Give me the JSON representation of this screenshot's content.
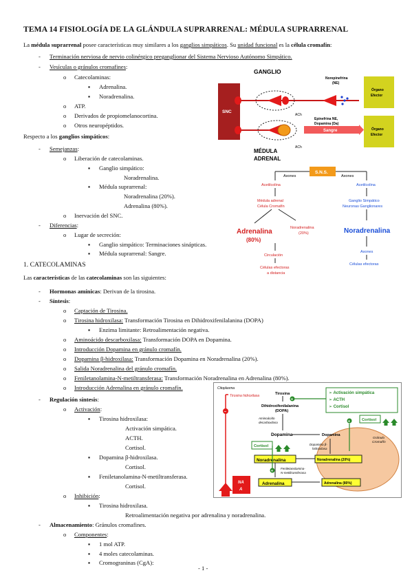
{
  "title": "TEMA 14 FISIOLOGÍA DE LA GLÁNDULA SUPRARRENAL: MÉDULA SUPRARRENAL",
  "intro": {
    "p1": "La ",
    "b1": "médula suprarrenal",
    "p2": " posee características muy similares a los ",
    "u1": "ganglios simpáticos",
    "p3": ". Su ",
    "u2": "unidad funcional",
    "p4": " es la ",
    "b2": "célula cromafín",
    "p5": ":"
  },
  "intro_items": {
    "i1": "Terminación nerviosa de nervio colinérgico preganglionar del Sistema Nervioso Autónomo Simpático.",
    "i2": "Vesículas o gránulos cromafines",
    "i2_colon": ":",
    "c1": "Catecolaminas:",
    "c1a": "Adrenalina.",
    "c1b": "Noradrenalina.",
    "c2": "ATP.",
    "c3": "Derivados de propiomelanocortina.",
    "c4": "Otros neuropéptidos."
  },
  "ganglios": {
    "intro_a": "Respecto a los ",
    "intro_b": "ganglios simpáticos",
    "intro_c": ":",
    "semejanzas": "Semejanzas",
    "colon": ":",
    "s1": "Liberación de catecolaminas.",
    "s1a": "Ganglio simpático:",
    "s1a1": "Noradrenalina.",
    "s1b": "Médula suprarrenal:",
    "s1b1": "Noradrenalina (20%).",
    "s1b2": "Adrenalina (80%).",
    "s2": "Inervación del SNC.",
    "diferencias": "Diferencias",
    "d1": "Lugar de secreción:",
    "d1a": "Ganglio simpático: Terminaciones sinápticas.",
    "d1b": "Médula suprarrenal: Sangre."
  },
  "section1": "1. CATECOLAMINAS",
  "cat": {
    "intro_a": "Las ",
    "intro_b": "características",
    "intro_c": " de las ",
    "intro_d": "catecolaminas",
    "intro_e": " son las siguientes:",
    "h_label": "Hormonas amínicas",
    "h_text": ": Derivan de la tirosina.",
    "s_label": "Síntesis",
    "colon": ":",
    "syn1": "Captación de Tirosina.",
    "syn2_u": "Tirosina hidroxilasa:",
    "syn2": " Transformación Tirosina en Dihidroxifenilalanina (DOPA)",
    "syn2a": "Enzima limitante: Retroalimentación negativa.",
    "syn3_u": "Aminoácido descarboxilasa:",
    "syn3": " Transformación DOPA en Dopamina.",
    "syn4": "Introducción Dopamina en gránulo cromafín.",
    "syn5_u": "Dopamina β-hidroxilasa:",
    "syn5": " Transformación Dopamina en Noradrenalina (20%).",
    "syn6": "Salida Noradrenalina del gránulo cromafín.",
    "syn7_u": "Feniletanolamina-N-metiltransferasa:",
    "syn7": " Transformación Noradrenalina en Adrenalina (80%).",
    "syn8": "Introducción Adrenalina en gránulo cromafín.",
    "r_label": "Regulación síntesis",
    "act": "Activación",
    "act1": "Tirosina hidroxilasa:",
    "act1a": "Activación simpática.",
    "act1b": "ACTH.",
    "act1c": "Cortisol.",
    "act2": "Dopamina β-hidroxilasa.",
    "act2a": "Cortisol.",
    "act3": "Feniletanolamina-N-metiltransferasa.",
    "act3a": "Cortisol.",
    "inh": "Inhibición",
    "inh1": "Tirosina hidroxilasa.",
    "inh1a": "Retroalimentación negativa por adrenalina y noradrenalina.",
    "a_label": "Almacenamiento",
    "a_text": ": Gránulos cromafines.",
    "comp": "Componentes",
    "comp1": "1 mol ATP.",
    "comp2": "4 moles catecolaminas.",
    "comp3": "Cromograninas (CgA):"
  },
  "fig1": {
    "ganglio": "GANGLIO",
    "norepinefrina": "Norepinefrina",
    "ne": "(NE)",
    "organo1": "Órgano",
    "efector1": "Efector",
    "snc": "SNC",
    "ach1": "ACh",
    "epinefrina": "Epinefrina NE,",
    "dopamina": "Dopamina (Da)",
    "sangre": "Sangre",
    "organo2": "Órgano",
    "efector2": "Efector",
    "ach2": "ACh",
    "medula": "MÉDULA",
    "adrenal": "ADRENAL"
  },
  "fig2": {
    "sns": "S.N.S.",
    "axones_l": "Axones",
    "axones_r": "Axones",
    "acetilcolina_l": "Acetilcolina",
    "acetilcolina_r": "Acetilcolina",
    "medula_adrenal": "Médula adrenal",
    "celula": "Célula Cromafín",
    "ganglio_simp": "Ganglio Simpático",
    "neuronas": "Neuronas Ganglionares",
    "adrenalina": "Adrenalina",
    "pct80": "(80%)",
    "noradrenalina_s": "Noradrenalina",
    "pct20": "(20%)",
    "noradrenalina_b": "Noradrenalina",
    "circulacion": "Circulación",
    "cel1": "Células efectoras",
    "cel2": "a distancia",
    "axones_b": "Axones",
    "cel_ef": "Células efectoras"
  },
  "fig3": {
    "citoplasma": "Citoplasma",
    "tirosina_hidroxilasa": "Tirosina hidroxilasa",
    "tirosina": "Tirosina",
    "dihidroxi": "Dihidroxifenilalanina",
    "dopa": "(DOPA)",
    "aminoacido": "Aminoácido",
    "descarboxilasa": "decarboxilasa",
    "dopamina": "Dopamina",
    "dopamina2": "Dopamina",
    "dopamina_b1": "Dopamina β-",
    "dopamina_b2": "hidroxilasa",
    "granulo1": "Gránulo",
    "granulo2": "Cromafín",
    "cortisol1": "Cortisol",
    "cortisol2": "Cortisol",
    "noradrenalina": "Noradrenalina",
    "noradrenalina20": "Noradrenalina (20%)",
    "fenil1": "Feniletanolamina-",
    "fenil2": "N-metiltransferasa",
    "adrenalina": "Adrenalina",
    "adrenalina80": "Adrenalina (80%)",
    "na": "NA",
    "a": "A",
    "act1": "➢ Activación simpática",
    "act2": "➢ ACTH",
    "act3": "➢ Cortisol",
    "minus": "−",
    "plus": "+"
  },
  "page_number": "- 1 -"
}
